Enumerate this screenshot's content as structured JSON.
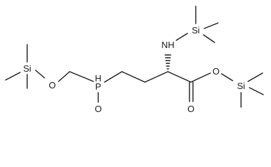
{
  "atoms": {
    "si_left": "Si",
    "o_ether": "O",
    "p": "P",
    "p_h": "H",
    "o_phosphoryl": "O",
    "nh": "NH",
    "si_top": "Si",
    "o_ester": "O",
    "o_carbonyl": "O",
    "si_right": "Si"
  }
}
